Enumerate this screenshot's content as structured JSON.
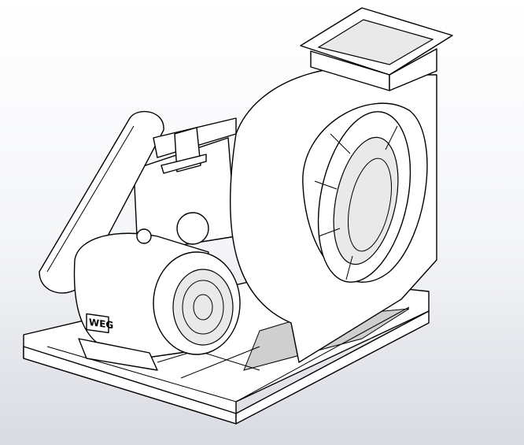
{
  "viewport": {
    "background_top": "#ffffff",
    "background_bottom": "#d9dbe2"
  },
  "model": {
    "components": [
      "base-frame",
      "fan-housing",
      "outlet-flange",
      "inlet-ring",
      "bearing-pedestal",
      "belt-guard",
      "motor"
    ],
    "motor_logo_text": "WEG"
  }
}
